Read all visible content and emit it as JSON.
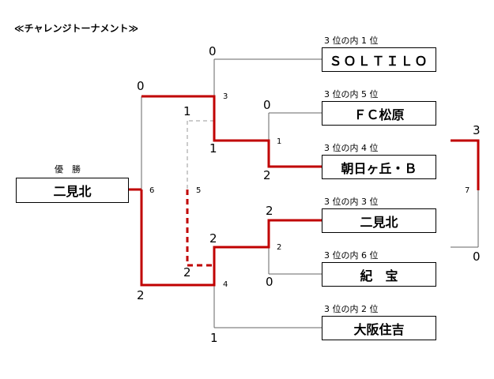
{
  "title": "≪チャレンジトーナメント≫",
  "champion": {
    "label": "優　勝",
    "name": "二見北"
  },
  "teams": [
    {
      "note": "3 位の内 1 位",
      "name": "ＳＯＬＴＩＬＯ"
    },
    {
      "note": "3 位の内 5 位",
      "name": "ＦＣ松原"
    },
    {
      "note": "3 位の内 4 位",
      "name": "朝日ヶ丘・Ｂ"
    },
    {
      "note": "3 位の内 3 位",
      "name": "二見北"
    },
    {
      "note": "3 位の内 6 位",
      "name": "紀　宝"
    },
    {
      "note": "3 位の内 2 位",
      "name": "大阪住吉"
    }
  ],
  "matches": [
    "3",
    "1",
    "2",
    "4",
    "5",
    "6",
    "7"
  ],
  "scores": {
    "m3_top": "0",
    "m3_bottom": "1",
    "m1_top": "0",
    "m1_bottom": "2",
    "m2_top": "2",
    "m2_bottom": "0",
    "m4_top": "2",
    "m4_bottom": "1",
    "m5_top": "1",
    "m5_bottom": "2",
    "m6_top": "0",
    "m6_bottom": "2",
    "m7_top": "3",
    "m7_bottom": "0"
  },
  "colors": {
    "winner_line": "#c00000",
    "loser_line": "#666666",
    "dashed_line": "#999999"
  }
}
